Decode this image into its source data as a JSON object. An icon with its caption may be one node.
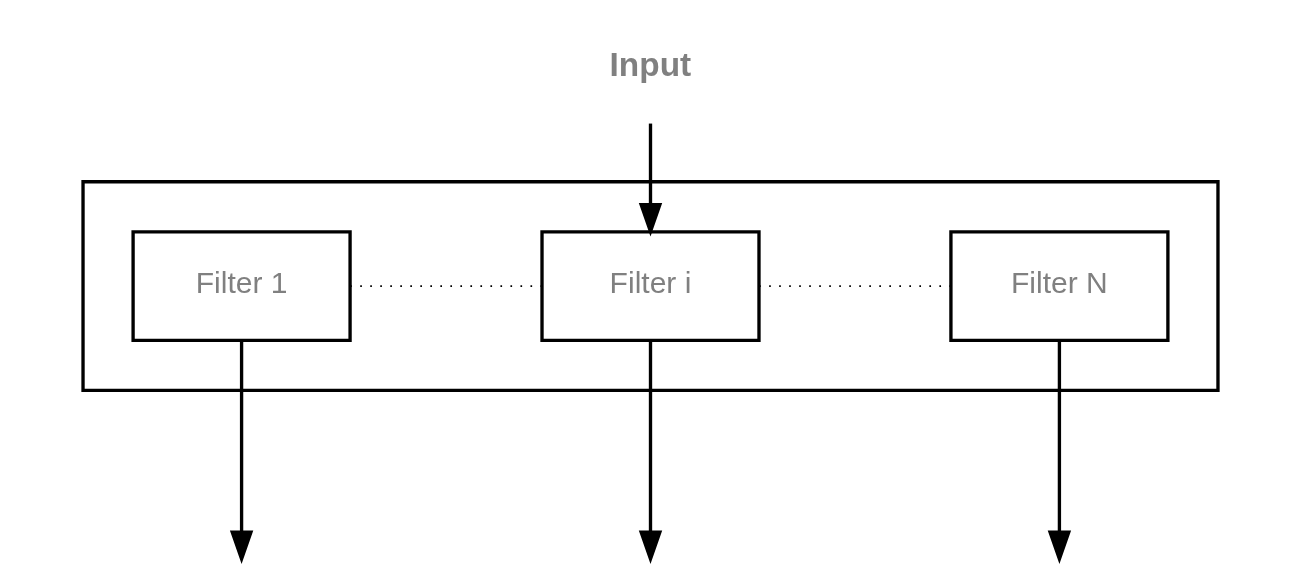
{
  "diagram": {
    "nodes": [
      {
        "text": [
          "Input"
        ]
      },
      {
        "text": [],
        "shape": "box"
      },
      {
        "text": [
          "Filter 1"
        ],
        "in": 1
      },
      {
        "text": [
          "Filter i"
        ],
        "in": 1
      },
      {
        "text": [
          "Filter N"
        ],
        "in": 1
      }
    ],
    "edges": [
      {
        "from": 0,
        "to": 3,
        "arrow": "to"
      },
      {
        "from": 2,
        "to": 3,
        "arrow": "none",
        "style": "dashed"
      },
      {
        "from": 3,
        "to": 4,
        "arrow": "none",
        "style": "dashed"
      },
      {
        "from": 2,
        "to": null,
        "arrow": "to"
      },
      {
        "from": 3,
        "to": null,
        "arrow": "to"
      },
      {
        "from": 4,
        "to": null,
        "arrow": "to"
      }
    ]
  }
}
